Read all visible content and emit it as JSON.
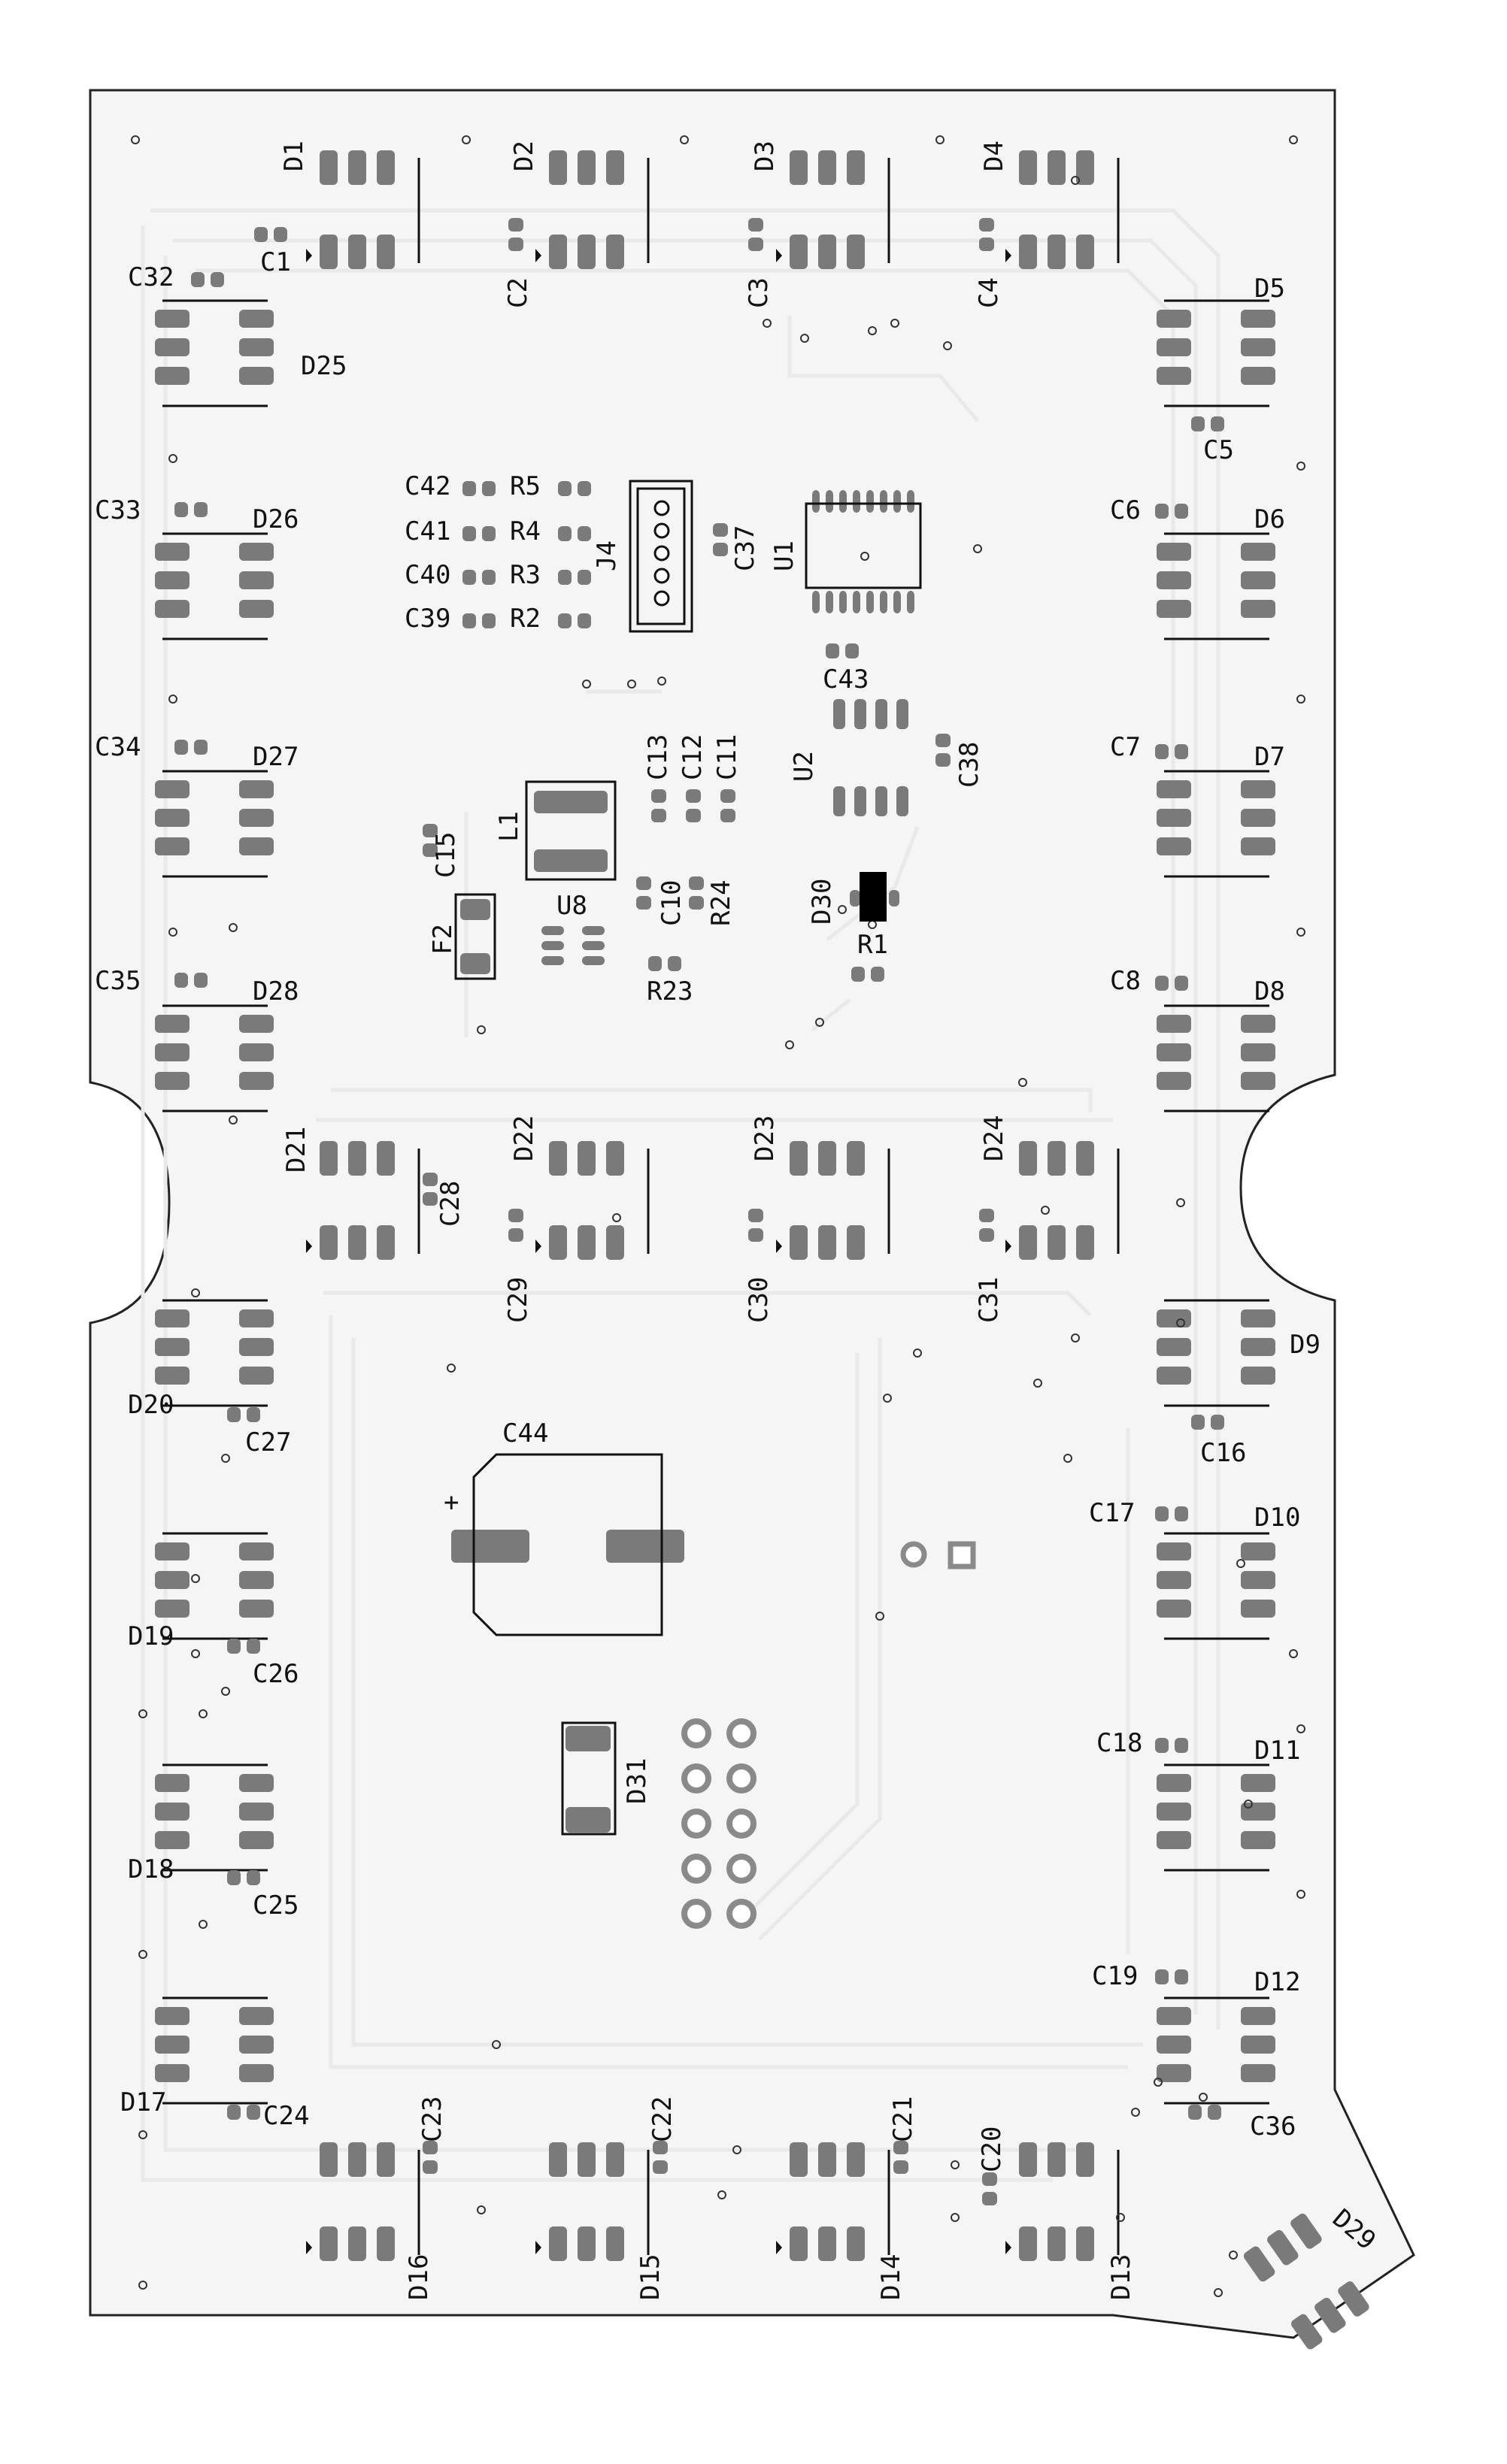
{
  "board": {
    "outline_color": "#222222",
    "fill_color": "#f5f5f5",
    "pad_color": "#7a7a7a",
    "silk_color": "#111111"
  },
  "components": {
    "D1": "D1",
    "D2": "D2",
    "D3": "D3",
    "D4": "D4",
    "D5": "D5",
    "D6": "D6",
    "D7": "D7",
    "D8": "D8",
    "D9": "D9",
    "D10": "D10",
    "D11": "D11",
    "D12": "D12",
    "D13": "D13",
    "D14": "D14",
    "D15": "D15",
    "D16": "D16",
    "D17": "D17",
    "D18": "D18",
    "D19": "D19",
    "D20": "D20",
    "D21": "D21",
    "D22": "D22",
    "D23": "D23",
    "D24": "D24",
    "D25": "D25",
    "D26": "D26",
    "D27": "D27",
    "D28": "D28",
    "D29": "D29",
    "D30": "D30",
    "D31": "D31",
    "C1": "C1",
    "C2": "C2",
    "C3": "C3",
    "C4": "C4",
    "C5": "C5",
    "C6": "C6",
    "C7": "C7",
    "C8": "C8",
    "C10": "C10",
    "C11": "C11",
    "C12": "C12",
    "C13": "C13",
    "C15": "C15",
    "C16": "C16",
    "C17": "C17",
    "C18": "C18",
    "C19": "C19",
    "C20": "C20",
    "C21": "C21",
    "C22": "C22",
    "C23": "C23",
    "C24": "C24",
    "C25": "C25",
    "C26": "C26",
    "C27": "C27",
    "C28": "C28",
    "C29": "C29",
    "C30": "C30",
    "C31": "C31",
    "C32": "C32",
    "C33": "C33",
    "C34": "C34",
    "C35": "C35",
    "C36": "C36",
    "C37": "C37",
    "C38": "C38",
    "C39": "C39",
    "C40": "C40",
    "C41": "C41",
    "C42": "C42",
    "C43": "C43",
    "C44": "C44",
    "R1": "R1",
    "R2": "R2",
    "R3": "R3",
    "R4": "R4",
    "R5": "R5",
    "R23": "R23",
    "R24": "R24",
    "U1": "U1",
    "U2": "U2",
    "U8": "U8",
    "L1": "L1",
    "F2": "F2",
    "J4": "J4",
    "plus": "+"
  }
}
